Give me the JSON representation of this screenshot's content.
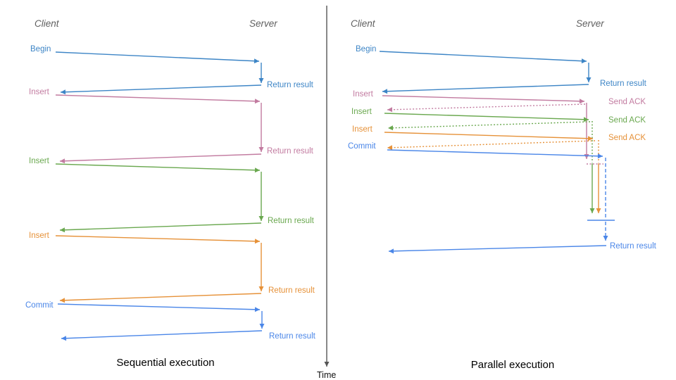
{
  "colors": {
    "begin_blue": "#3d85c6",
    "blue": "#4a86e8",
    "pink": "#c27ba0",
    "green": "#6aa84f",
    "orange": "#e69138",
    "axis": "#555555",
    "header_gray": "#5f5f5f",
    "title_black": "#000000"
  },
  "left_panel": {
    "client_header": "Client",
    "server_header": "Server",
    "title": "Sequential execution",
    "messages": [
      {
        "label": "Begin",
        "color": "begin_blue",
        "return_label": "Return result"
      },
      {
        "label": "Insert",
        "color": "pink",
        "return_label": "Return result"
      },
      {
        "label": "Insert",
        "color": "green",
        "return_label": "Return result"
      },
      {
        "label": "Insert",
        "color": "orange",
        "return_label": "Return result"
      },
      {
        "label": "Commit",
        "color": "blue",
        "return_label": "Return result"
      }
    ]
  },
  "right_panel": {
    "client_header": "Client",
    "server_header": "Server",
    "title": "Parallel execution",
    "messages": [
      {
        "label": "Begin",
        "color": "begin_blue",
        "response_label": "Return result"
      },
      {
        "label": "Insert",
        "color": "pink",
        "response_label": "Send ACK"
      },
      {
        "label": "Insert",
        "color": "green",
        "response_label": "Send ACK"
      },
      {
        "label": "Insert",
        "color": "orange",
        "response_label": "Send ACK"
      },
      {
        "label": "Commit",
        "color": "blue",
        "response_label": ""
      }
    ],
    "final_return_label": "Return result"
  },
  "time_axis": {
    "label": "Time"
  }
}
